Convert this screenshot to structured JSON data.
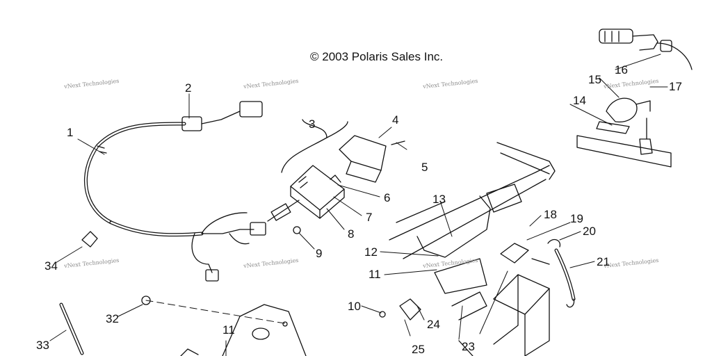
{
  "copyright": "© 2003 Polaris Sales Inc.",
  "watermark": "vNext Technologies",
  "callouts": [
    "1",
    "2",
    "3",
    "4",
    "5",
    "6",
    "7",
    "8",
    "9",
    "10",
    "11",
    "11",
    "12",
    "13",
    "14",
    "15",
    "16",
    "17",
    "18",
    "19",
    "20",
    "21",
    "23",
    "24",
    "25",
    "32",
    "33",
    "34"
  ],
  "colors": {
    "line": "#111111",
    "watermark": "#8a8a8a"
  }
}
